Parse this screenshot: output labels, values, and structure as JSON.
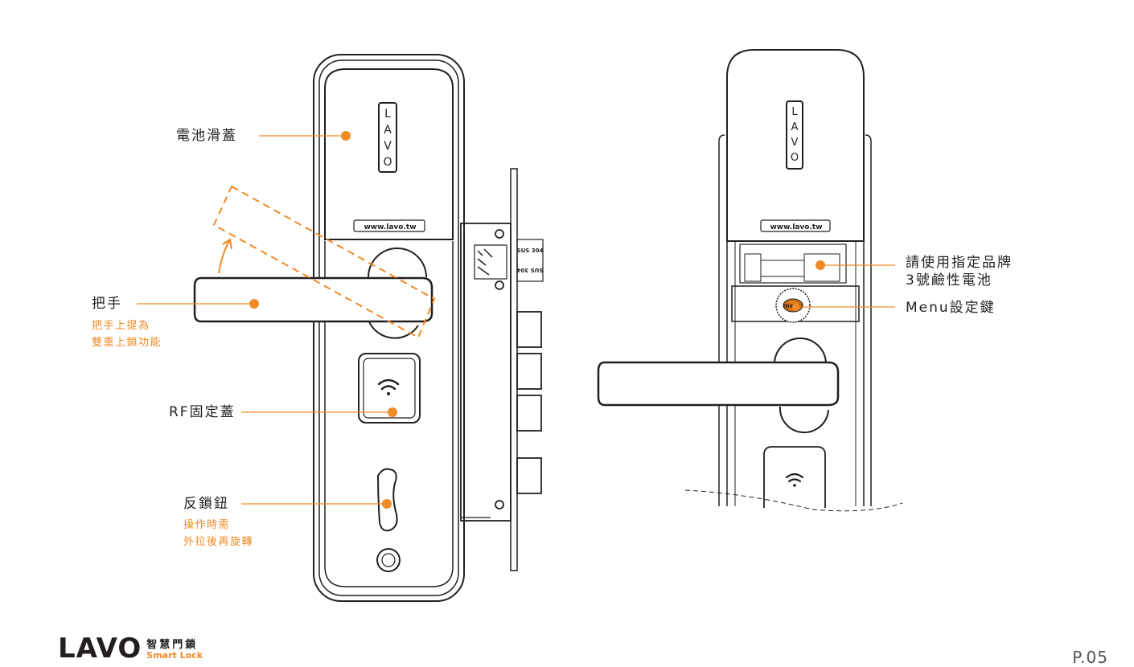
{
  "brand": {
    "logo_word": "LAVO",
    "logo_cn": "智慧門鎖",
    "logo_en": "Smart Lock",
    "panel_logo_letters": [
      "L",
      "A",
      "V",
      "O"
    ],
    "website": "www.lavo.tw",
    "accent_color": "#f08a24"
  },
  "lock_markings": {
    "steel_top": "SUS 304",
    "steel_bottom": "SUS 304",
    "menu_button": "menu"
  },
  "callouts": {
    "battery_cover": "電池滑蓋",
    "handle": "把手",
    "handle_note_1": "把手上提為",
    "handle_note_2": "雙重上鎖功能",
    "rf_cover": "RF固定蓋",
    "lock_knob": "反鎖鈕",
    "knob_note_1": "操作時需",
    "knob_note_2": "外拉後再旋轉",
    "battery_note_1": "請使用指定品牌",
    "battery_note_2": "3號鹼性電池",
    "menu_key": "Menu設定鍵"
  },
  "page": {
    "number": "P.05"
  }
}
